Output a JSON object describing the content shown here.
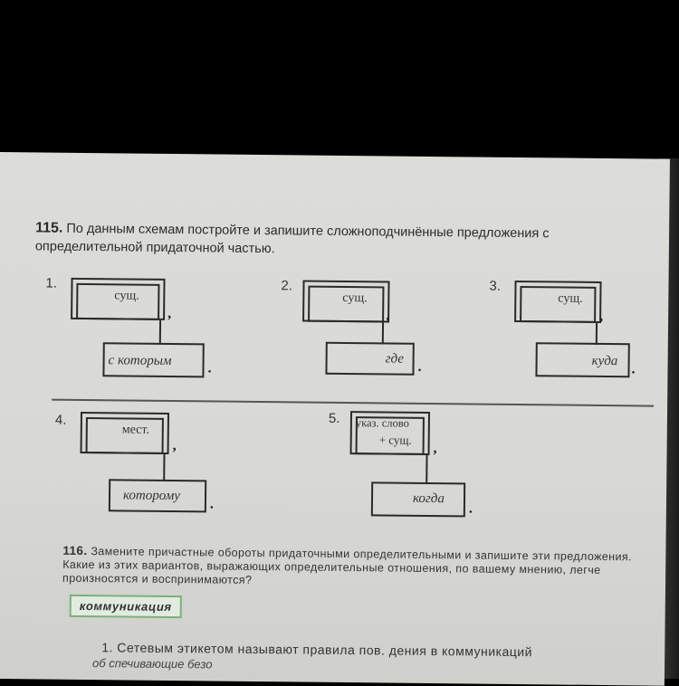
{
  "exercise115": {
    "number": "115.",
    "text": "По данным схемам постройте и запишите сложноподчинённые предложения с определительной придаточной частью."
  },
  "schemes": [
    {
      "num": "1.",
      "main": "сущ.",
      "sub": "с которым"
    },
    {
      "num": "2.",
      "main": "сущ.",
      "sub": "где"
    },
    {
      "num": "3.",
      "main": "сущ.",
      "sub": "куда"
    },
    {
      "num": "4.",
      "main": "мест.",
      "sub": "которому"
    },
    {
      "num": "5.",
      "main_line1": "указ. слово",
      "main_line2": "+ сущ.",
      "sub": "когда"
    }
  ],
  "punct": {
    "comma": ",",
    "period": "."
  },
  "exercise116": {
    "number": "116.",
    "text": "Замените причастные обороты придаточными определительными и запишите эти предложения. Какие из этих вариантов, выражающих определительные отношения, по вашему мнению, легче произносятся и воспринимаются?"
  },
  "badge": "коммуникация",
  "item1": "1. Сетевым этикетом называют правила пов. дения в коммуникаций",
  "item2": "об спечивающие безо"
}
